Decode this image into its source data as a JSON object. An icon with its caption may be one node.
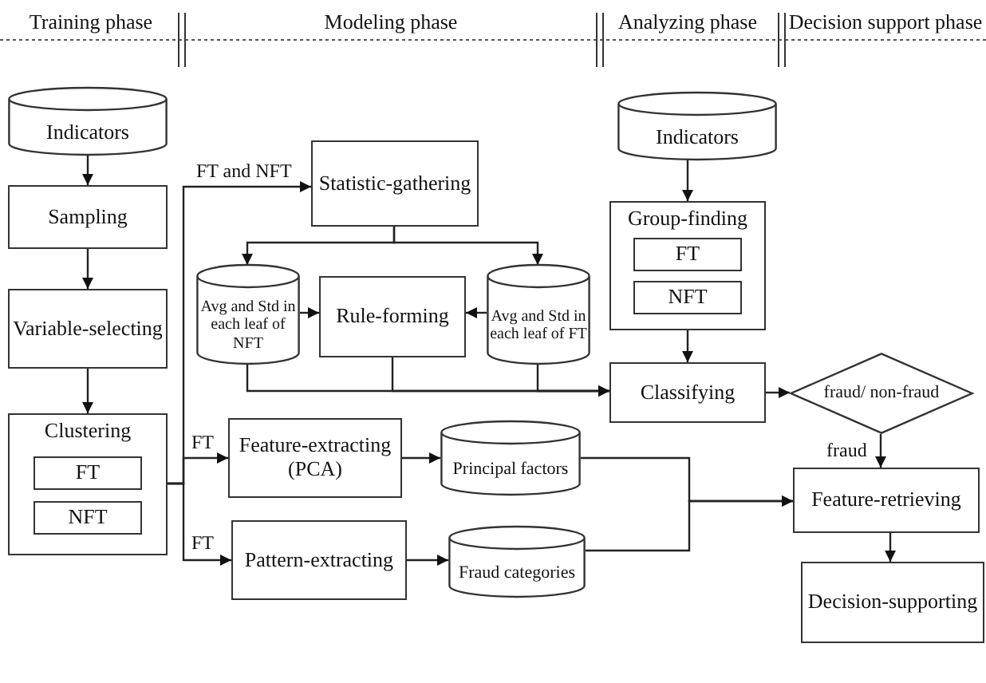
{
  "diagram": {
    "nodes": [
      {
        "text": [
          "Indicators"
        ]
      },
      {
        "text": [
          "Sampling"
        ]
      },
      {
        "text": [
          "Variable-selecting"
        ]
      },
      {
        "text": [
          "Clustering"
        ]
      },
      {
        "text": [
          "FT"
        ],
        "in": 3
      },
      {
        "text": [
          "NFT"
        ],
        "in": 3
      },
      {
        "text": [
          "Statistic-gathering"
        ]
      },
      {
        "text": [
          "Avg and Std in each leaf of NFT"
        ]
      },
      {
        "text": [
          "Rule-forming"
        ]
      },
      {
        "text": [
          "Avg and Std in each leaf of FT"
        ]
      },
      {
        "text": [
          "Feature-extracting (PCA)"
        ]
      },
      {
        "text": [
          "Principal factors"
        ]
      },
      {
        "text": [
          "Pattern-extracting"
        ]
      },
      {
        "text": [
          "Fraud categories"
        ]
      },
      {
        "text": [
          "Indicators"
        ]
      },
      {
        "text": [
          "Group-finding"
        ]
      },
      {
        "text": [
          "FT"
        ],
        "in": 15
      },
      {
        "text": [
          "NFT"
        ],
        "in": 15
      },
      {
        "text": [
          "Classifying"
        ]
      },
      {
        "text": [
          "fraud/ non-fraud"
        ]
      },
      {
        "text": [
          "Feature-retrieving"
        ]
      },
      {
        "text": [
          "Decision-supporting"
        ]
      }
    ],
    "edges": [
      {
        "from": 0,
        "to": 1,
        "arrow": "to"
      },
      {
        "from": 1,
        "to": 2,
        "arrow": "to"
      },
      {
        "from": 2,
        "to": 3,
        "arrow": "to"
      },
      {
        "from": 3,
        "to": 6,
        "arrow": "to",
        "label": "FT and NFT"
      },
      {
        "from": 3,
        "to": 10,
        "arrow": "to",
        "label": "FT"
      },
      {
        "from": 3,
        "to": 12,
        "arrow": "to",
        "label": "FT"
      },
      {
        "from": 6,
        "to": 7,
        "arrow": "to"
      },
      {
        "from": 6,
        "to": 9,
        "arrow": "to"
      },
      {
        "from": 7,
        "to": 8,
        "arrow": "to"
      },
      {
        "from": 9,
        "to": 8,
        "arrow": "to"
      },
      {
        "from": 7,
        "to": 18,
        "arrow": "to"
      },
      {
        "from": 8,
        "to": 18,
        "arrow": "to"
      },
      {
        "from": 9,
        "to": 18,
        "arrow": "to"
      },
      {
        "from": 14,
        "to": 15,
        "arrow": "to"
      },
      {
        "from": 15,
        "to": 18,
        "arrow": "to"
      },
      {
        "from": 18,
        "to": 19,
        "arrow": "to"
      },
      {
        "from": 19,
        "to": 20,
        "arrow": "to",
        "label": "fraud"
      },
      {
        "from": 10,
        "to": 11,
        "arrow": "to"
      },
      {
        "from": 12,
        "to": 13,
        "arrow": "to"
      },
      {
        "from": 11,
        "to": 20,
        "arrow": "to"
      },
      {
        "from": 13,
        "to": 20,
        "arrow": "to"
      },
      {
        "from": 20,
        "to": 21,
        "arrow": "to"
      }
    ],
    "labels": [
      "Training phase",
      "Modeling phase",
      "Analyzing phase",
      "Decision support phase"
    ]
  }
}
